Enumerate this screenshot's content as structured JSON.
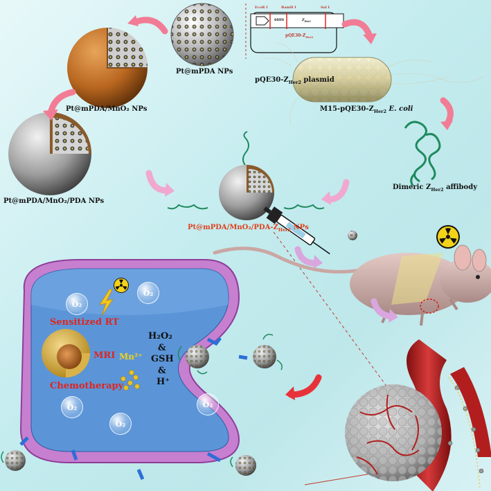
{
  "labels": {
    "pt_mpda": "Pt@mPDA NPs",
    "pt_mpda_mno2": "Pt@mPDA/MnO₂ NPs",
    "pt_mpda_mno2_pda": "Pt@mPDA/MnO₂/PDA NPs",
    "plasmid_title": "pQE30-Z",
    "plasmid_sub": "Her2",
    "plasmid_label": "pQE30-Z",
    "plasmid_label_tail": " plasmid",
    "ecoli_label": "M15-pQE30-Z",
    "ecoli_tail": " E. coli",
    "affibody_label": "Dimeric Z",
    "affibody_tail": " affibody",
    "final_np": "Pt@mPDA/MnO₂/PDA-Z",
    "final_np_tail": " NPs",
    "her2": "Her2"
  },
  "plasmid_sites": {
    "ecori": "EcoR I",
    "bamhi": "BamH I",
    "sal": "Sal I",
    "his": "6HIS",
    "gene": "Z"
  },
  "cell": {
    "sensitized_rt": "Sensitized RT",
    "mri": "MRI",
    "mn": "Mn²⁺",
    "chemo": "Chemotherapy",
    "h2o2": "H₂O₂",
    "amp1": "&",
    "gsh": "GSH",
    "amp2": "&",
    "hplus": "H⁺",
    "o2": "O₂"
  },
  "colors": {
    "red_text": "#e0251f",
    "cell_membrane": "#c77fd0",
    "cell_inner": "#5b95d8",
    "arrow_pink": "#f27c95",
    "arrow_red": "#e8323a",
    "arrow_lavender": "#d9a6de"
  }
}
